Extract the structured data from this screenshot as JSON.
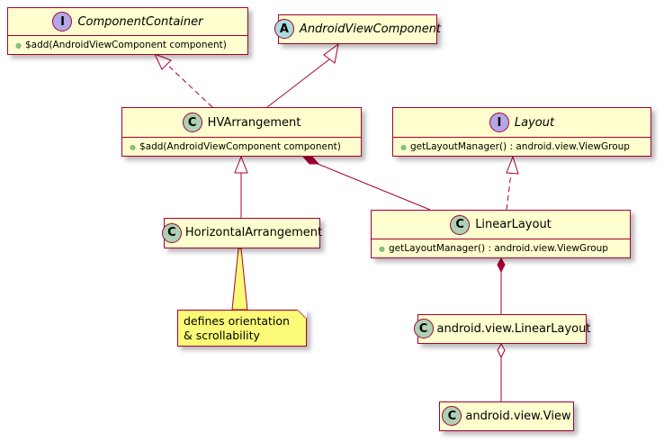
{
  "diagram": {
    "classes": {
      "component_container": {
        "kind": "interface",
        "badge": "I",
        "badge_color": "#b4a7e5",
        "name": "ComponentContainer",
        "members": [
          "$add(AndroidViewComponent component)"
        ]
      },
      "android_view_component": {
        "kind": "abstract",
        "badge": "A",
        "badge_color": "#a9dcdf",
        "name": "AndroidViewComponent",
        "members": []
      },
      "hv_arrangement": {
        "kind": "class",
        "badge": "C",
        "badge_color": "#add1b2",
        "name": "HVArrangement",
        "members": [
          "$add(AndroidViewComponent component)"
        ]
      },
      "layout": {
        "kind": "interface",
        "badge": "I",
        "badge_color": "#b4a7e5",
        "name": "Layout",
        "members": [
          "getLayoutManager() : android.view.ViewGroup"
        ]
      },
      "horizontal_arrangement": {
        "kind": "class",
        "badge": "C",
        "badge_color": "#add1b2",
        "name": "HorizontalArrangement",
        "members": []
      },
      "linear_layout": {
        "kind": "class",
        "badge": "C",
        "badge_color": "#add1b2",
        "name": "LinearLayout",
        "members": [
          "getLayoutManager() : android.view.ViewGroup"
        ]
      },
      "android_linear_layout": {
        "kind": "class",
        "badge": "C",
        "badge_color": "#add1b2",
        "name": "android.view.LinearLayout",
        "members": []
      },
      "android_view": {
        "kind": "class",
        "badge": "C",
        "badge_color": "#add1b2",
        "name": "android.view.View",
        "members": []
      }
    },
    "note": {
      "lines": [
        "defines orientation",
        "& scrollability"
      ]
    },
    "relations": [
      {
        "from": "hv_arrangement",
        "to": "component_container",
        "type": "realization"
      },
      {
        "from": "hv_arrangement",
        "to": "android_view_component",
        "type": "inheritance"
      },
      {
        "from": "horizontal_arrangement",
        "to": "hv_arrangement",
        "type": "inheritance"
      },
      {
        "from": "hv_arrangement",
        "to": "linear_layout",
        "type": "composition"
      },
      {
        "from": "linear_layout",
        "to": "layout",
        "type": "realization"
      },
      {
        "from": "linear_layout",
        "to": "android_linear_layout",
        "type": "composition"
      },
      {
        "from": "android_linear_layout",
        "to": "android_view",
        "type": "aggregation"
      }
    ],
    "colors": {
      "border": "#a80036",
      "class_fill": "#fefece",
      "note_fill": "#fbfb77",
      "public_marker": "#84be84"
    }
  }
}
